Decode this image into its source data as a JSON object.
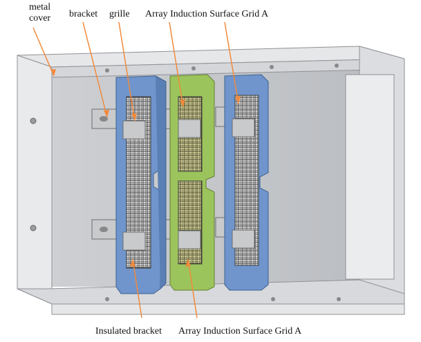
{
  "labels": {
    "metal_cover_line1": "metal",
    "metal_cover_line2": "cover",
    "bracket": "bracket",
    "grille": "grille",
    "grid_top": "Array Induction Surface Grid A",
    "insulated_bracket": "Insulated bracket",
    "grid_bottom": "Array Induction Surface Grid A"
  },
  "colors": {
    "arrow": "#f28a3c",
    "enclosure_face": "#e3e4e6",
    "enclosure_edge": "#8e9094",
    "insulated_bracket": "#6f95cc",
    "grid_plate": "#9cc45c",
    "grille_mesh": "#5a5a5a",
    "metal_bracket": "#c9cacc"
  }
}
